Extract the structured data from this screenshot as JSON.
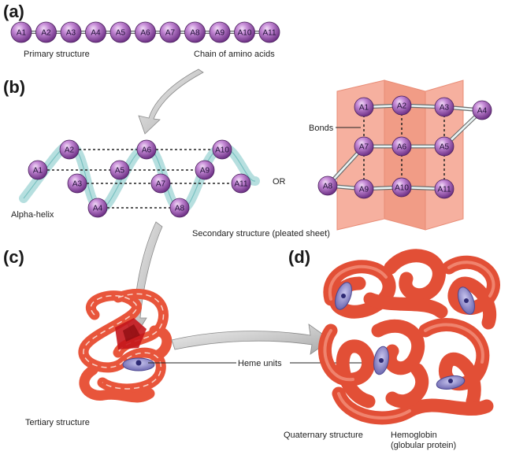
{
  "panels": {
    "a": "(a)",
    "b": "(b)",
    "c": "(c)",
    "d": "(d)"
  },
  "primary": {
    "amino_acids": [
      "A1",
      "A2",
      "A3",
      "A4",
      "A5",
      "A6",
      "A7",
      "A8",
      "A9",
      "A10",
      "A11"
    ],
    "label_left": "Primary structure",
    "label_right": "Chain of amino acids"
  },
  "helix": {
    "label": "Alpha-helix",
    "residues": [
      "A1",
      "A2",
      "A3",
      "A4",
      "A5",
      "A6",
      "A7",
      "A8",
      "A9",
      "A10",
      "A11"
    ]
  },
  "sheet": {
    "bonds_label": "Bonds",
    "or_label": "OR",
    "caption": "Secondary structure (pleated sheet)",
    "residues": [
      "A1",
      "A2",
      "A3",
      "A4",
      "A5",
      "A6",
      "A7",
      "A8",
      "A9",
      "A10",
      "A11"
    ]
  },
  "tertiary": {
    "caption": "Tertiary structure"
  },
  "quaternary": {
    "caption": "Quaternary structure",
    "protein_line1": "Hemoglobin",
    "protein_line2": "(globular protein)"
  },
  "heme_label": "Heme units",
  "colors": {
    "amino_acid": "#9b59b6",
    "ribbon": "#e8553b",
    "sheet": "#f5a898",
    "helix": "#a6d8d8",
    "heme": "#8a86c8"
  }
}
